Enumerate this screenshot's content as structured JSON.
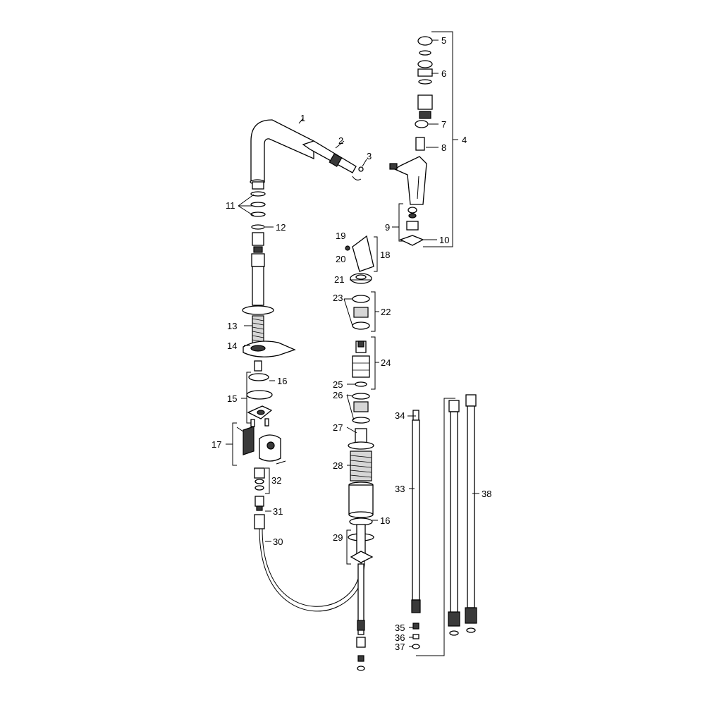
{
  "labels": {
    "n1": "1",
    "n2": "2",
    "n3": "3",
    "n4": "4",
    "n5": "5",
    "n6": "6",
    "n7": "7",
    "n8": "8",
    "n9": "9",
    "n10": "10",
    "n11": "11",
    "n12": "12",
    "n13": "13",
    "n14": "14",
    "n15": "15",
    "n16a": "16",
    "n16b": "16",
    "n17": "17",
    "n18": "18",
    "n19": "19",
    "n20": "20",
    "n21": "21",
    "n22": "22",
    "n23": "23",
    "n24": "24",
    "n25": "25",
    "n26": "26",
    "n27": "27",
    "n28": "28",
    "n29": "29",
    "n30": "30",
    "n31": "31",
    "n32": "32",
    "n33": "33",
    "n34": "34",
    "n35": "35",
    "n36": "36",
    "n37": "37",
    "n38": "38"
  },
  "colors": {
    "line": "#000000",
    "dark": "#3a3a3a",
    "shade": "#d6d6d6",
    "background": "#ffffff"
  }
}
